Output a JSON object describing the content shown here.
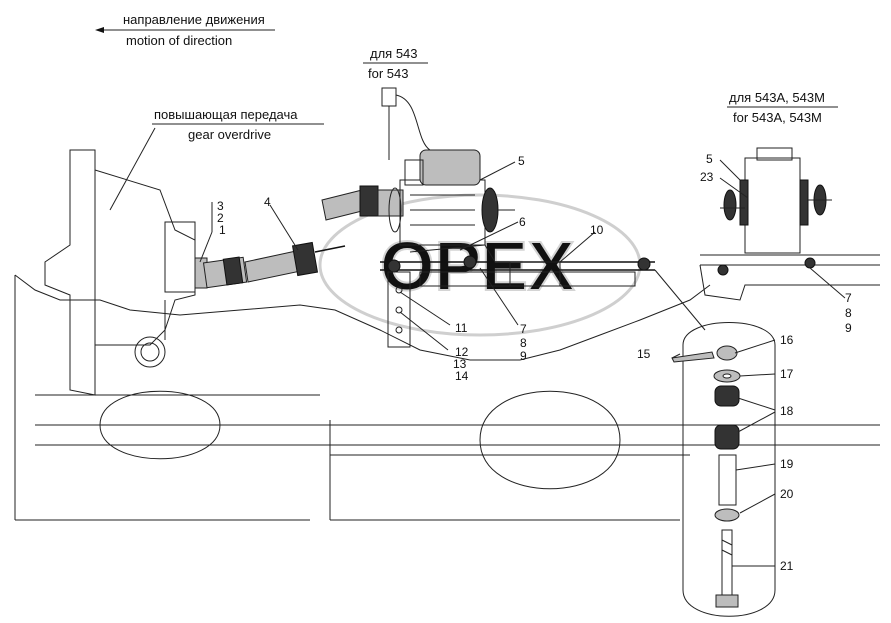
{
  "captions": {
    "direction_ru": "направление движения",
    "direction_en": "motion of direction",
    "for543_ru": "для 543",
    "for543_en": "for 543",
    "overdrive_ru": "повышающая передача",
    "overdrive_en": "gear overdrive",
    "for543am_ru": "для 543А, 543М",
    "for543am_en": "for 543А, 543М"
  },
  "watermark": "OPEX",
  "callouts": [
    "1",
    "2",
    "3",
    "4",
    "5",
    "6",
    "7",
    "7",
    "7",
    "8",
    "8",
    "9",
    "9",
    "10",
    "11",
    "12",
    "13",
    "14",
    "15",
    "16",
    "17",
    "18",
    "19",
    "20",
    "21",
    "23"
  ]
}
